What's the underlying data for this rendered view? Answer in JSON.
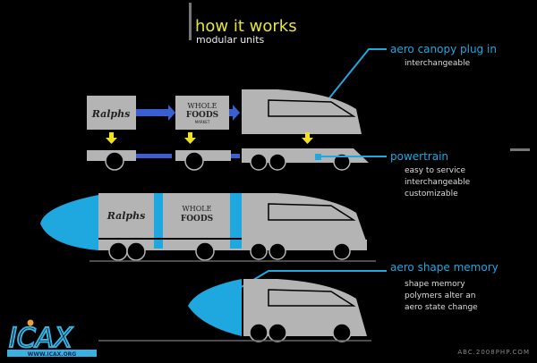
{
  "header": {
    "title": "how it works",
    "subtitle": "modular units"
  },
  "callouts": [
    {
      "title": "aero canopy plug in",
      "lines": [
        "interchangeable"
      ]
    },
    {
      "title": "powertrain",
      "lines": [
        "easy to service",
        "interchangeable",
        "customizable"
      ]
    },
    {
      "title": "aero shape memory",
      "lines": [
        "shape memory",
        "polymers alter an",
        "aero state change"
      ]
    }
  ],
  "trailers": {
    "ralphs": "Ralphs",
    "wholefoods_1": "WHOLE",
    "wholefoods_2": "FOODS",
    "wholefoods_3": "MARKET"
  },
  "logo": {
    "name": "ICAX",
    "url": "WWW.ICAX.ORG"
  },
  "credit": "ABC.2008PHP.COM",
  "colors": {
    "accent": "#1fa8e0",
    "title": "#e6e63a",
    "body": "#d8d8d8",
    "truck": "#b4b4b4"
  }
}
